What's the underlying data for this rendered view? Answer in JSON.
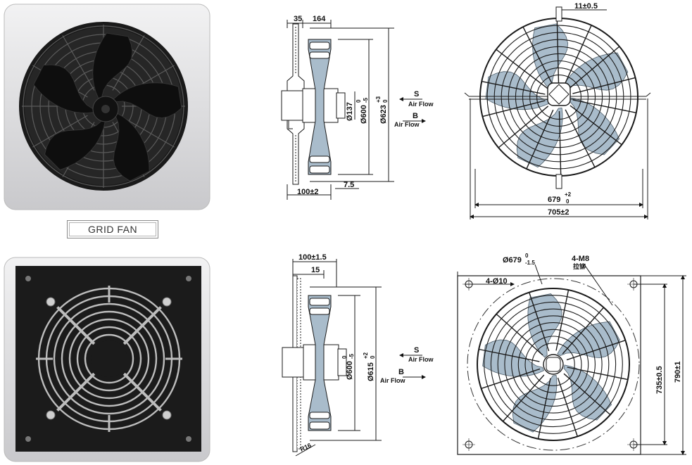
{
  "top_label": "GRID FAN",
  "side_view_top": {
    "dim_35": "35",
    "dim_164": "164",
    "dim_hub": "Ø137",
    "dim_blade": "Ø600",
    "dim_blade_tol_up": "0",
    "dim_blade_tol_dn": "-5",
    "dim_outer": "Ø623",
    "dim_outer_tol_up": "+3",
    "dim_outer_tol_dn": "0",
    "dim_100": "100±2",
    "dim_7_5": "7.5",
    "flow_s_letter": "S",
    "flow_s_text": "Air Flow",
    "flow_b_letter": "B",
    "flow_b_text": "Air Flow"
  },
  "front_view_top": {
    "dim_11": "11±0.5",
    "dim_679": "679",
    "dim_679_tol_up": "+2",
    "dim_679_tol_dn": "0",
    "dim_705": "705±2"
  },
  "side_view_bottom": {
    "dim_100": "100±1.5",
    "dim_15": "15",
    "dim_blade": "Ø600",
    "dim_blade_tol_up": "0",
    "dim_blade_tol_dn": "-5",
    "dim_615": "Ø615",
    "dim_615_tol_up": "+2",
    "dim_615_tol_dn": "0",
    "dim_r16": "R16",
    "flow_s_letter": "S",
    "flow_s_text": "Air Flow",
    "flow_b_letter": "B",
    "flow_b_text": "Air Flow"
  },
  "front_view_bottom": {
    "dim_679": "Ø679",
    "dim_679_tol_up": "0",
    "dim_679_tol_dn": "-1.5",
    "dim_holes": "4-Ø10",
    "dim_m8": "4-M8",
    "dim_m8_note": "拉铆",
    "dim_735": "735±0.5",
    "dim_790": "790±1"
  },
  "colors": {
    "blade_blue": "#a9bccb",
    "line": "#1a1a1a",
    "photo_dark": "#1b1b1b",
    "photo_frame": "#d6d6d8"
  }
}
